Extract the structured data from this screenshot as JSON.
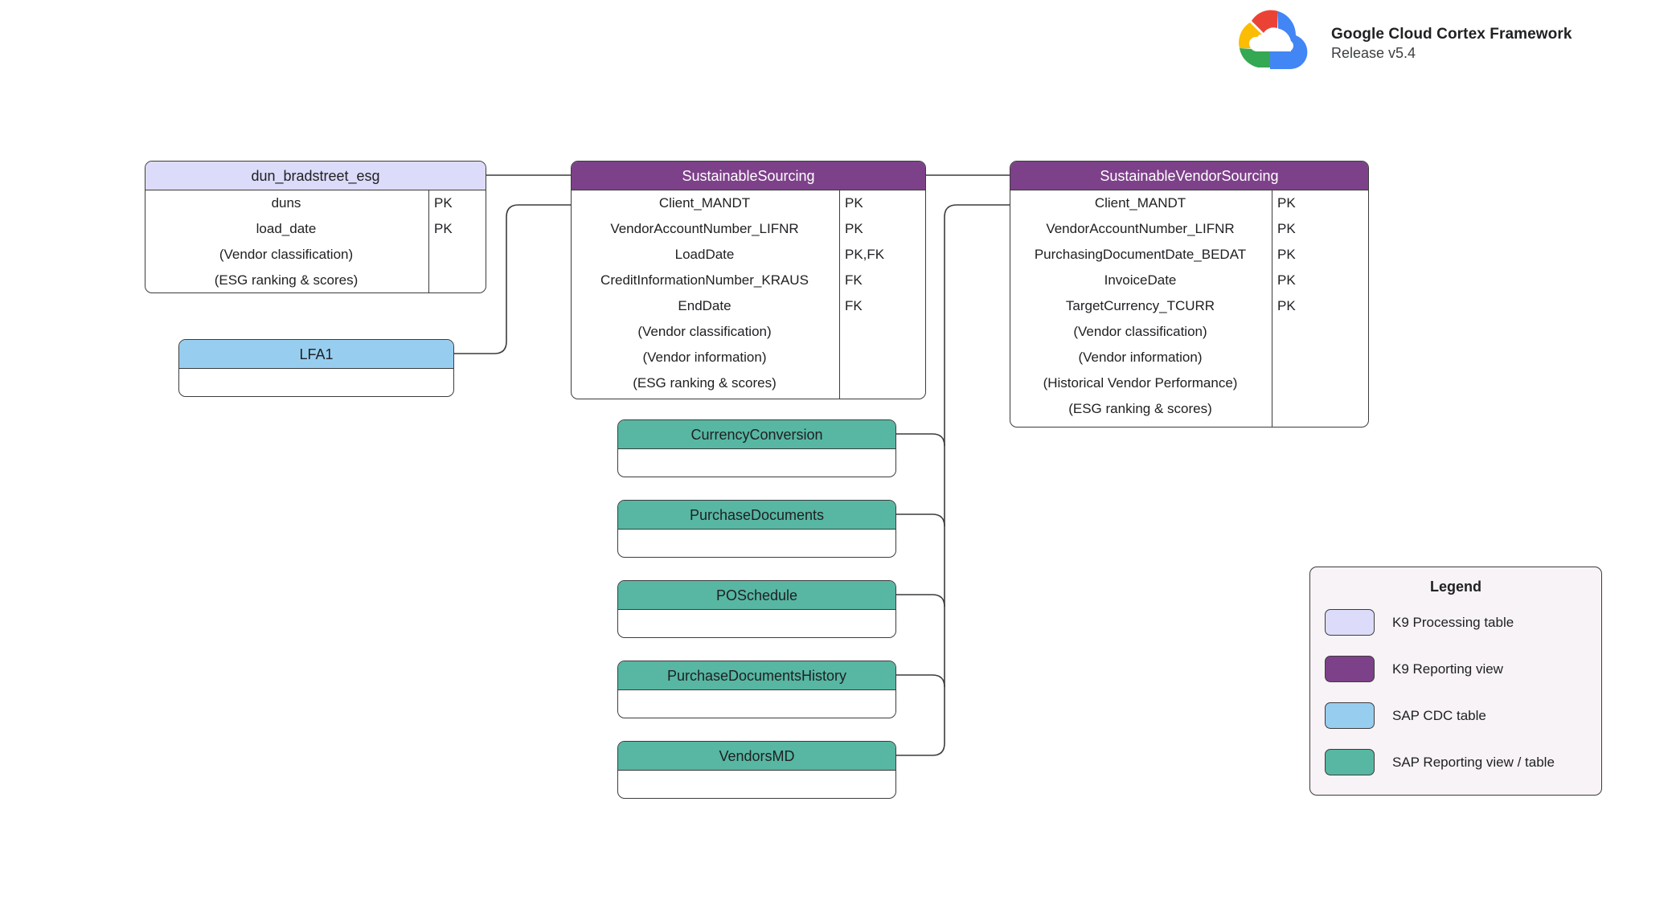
{
  "brand": {
    "logo_icon": "google-cloud-logo",
    "title": "Google Cloud Cortex Framework",
    "release": "Release v5.4"
  },
  "diagram": {
    "entities": [
      {
        "id": "dun_bradstreet_esg",
        "name": "dun_bradstreet_esg",
        "type": "k9proc",
        "rows": [
          {
            "field": "duns",
            "key": "PK"
          },
          {
            "field": "load_date",
            "key": "PK"
          },
          {
            "field": "(Vendor classification)",
            "key": ""
          },
          {
            "field": "(ESG ranking & scores)",
            "key": ""
          }
        ]
      },
      {
        "id": "lfa1",
        "name": "LFA1",
        "type": "sapcdc",
        "rows": []
      },
      {
        "id": "sustainable_sourcing",
        "name": "SustainableSourcing",
        "type": "k9view",
        "rows": [
          {
            "field": "Client_MANDT",
            "key": "PK"
          },
          {
            "field": "VendorAccountNumber_LIFNR",
            "key": "PK"
          },
          {
            "field": "LoadDate",
            "key": "PK,FK"
          },
          {
            "field": "CreditInformationNumber_KRAUS",
            "key": "FK"
          },
          {
            "field": "EndDate",
            "key": "FK"
          },
          {
            "field": "(Vendor classification)",
            "key": ""
          },
          {
            "field": "(Vendor information)",
            "key": ""
          },
          {
            "field": "(ESG ranking & scores)",
            "key": ""
          }
        ]
      },
      {
        "id": "sustainable_vendor_sourcing",
        "name": "SustainableVendorSourcing",
        "type": "k9view",
        "rows": [
          {
            "field": "Client_MANDT",
            "key": "PK"
          },
          {
            "field": "VendorAccountNumber_LIFNR",
            "key": "PK"
          },
          {
            "field": "PurchasingDocumentDate_BEDAT",
            "key": "PK"
          },
          {
            "field": "InvoiceDate",
            "key": "PK"
          },
          {
            "field": "TargetCurrency_TCURR",
            "key": "PK"
          },
          {
            "field": "(Vendor classification)",
            "key": ""
          },
          {
            "field": "(Vendor information)",
            "key": ""
          },
          {
            "field": "(Historical Vendor Performance)",
            "key": ""
          },
          {
            "field": "(ESG ranking & scores)",
            "key": ""
          }
        ]
      },
      {
        "id": "currency_conversion",
        "name": "CurrencyConversion",
        "type": "sapview",
        "rows": []
      },
      {
        "id": "purchase_documents",
        "name": "PurchaseDocuments",
        "type": "sapview",
        "rows": []
      },
      {
        "id": "po_schedule",
        "name": "POSchedule",
        "type": "sapview",
        "rows": []
      },
      {
        "id": "purchase_documents_history",
        "name": "PurchaseDocumentsHistory",
        "type": "sapview",
        "rows": []
      },
      {
        "id": "vendors_md",
        "name": "VendorsMD",
        "type": "sapview",
        "rows": []
      }
    ]
  },
  "legend": {
    "title": "Legend",
    "items": [
      {
        "label": "K9 Processing table",
        "color": "#dcdcfa"
      },
      {
        "label": "K9 Reporting view",
        "color": "#7d4189"
      },
      {
        "label": "SAP CDC table",
        "color": "#97cef0"
      },
      {
        "label": "SAP Reporting view / table",
        "color": "#57b7a2"
      }
    ]
  }
}
